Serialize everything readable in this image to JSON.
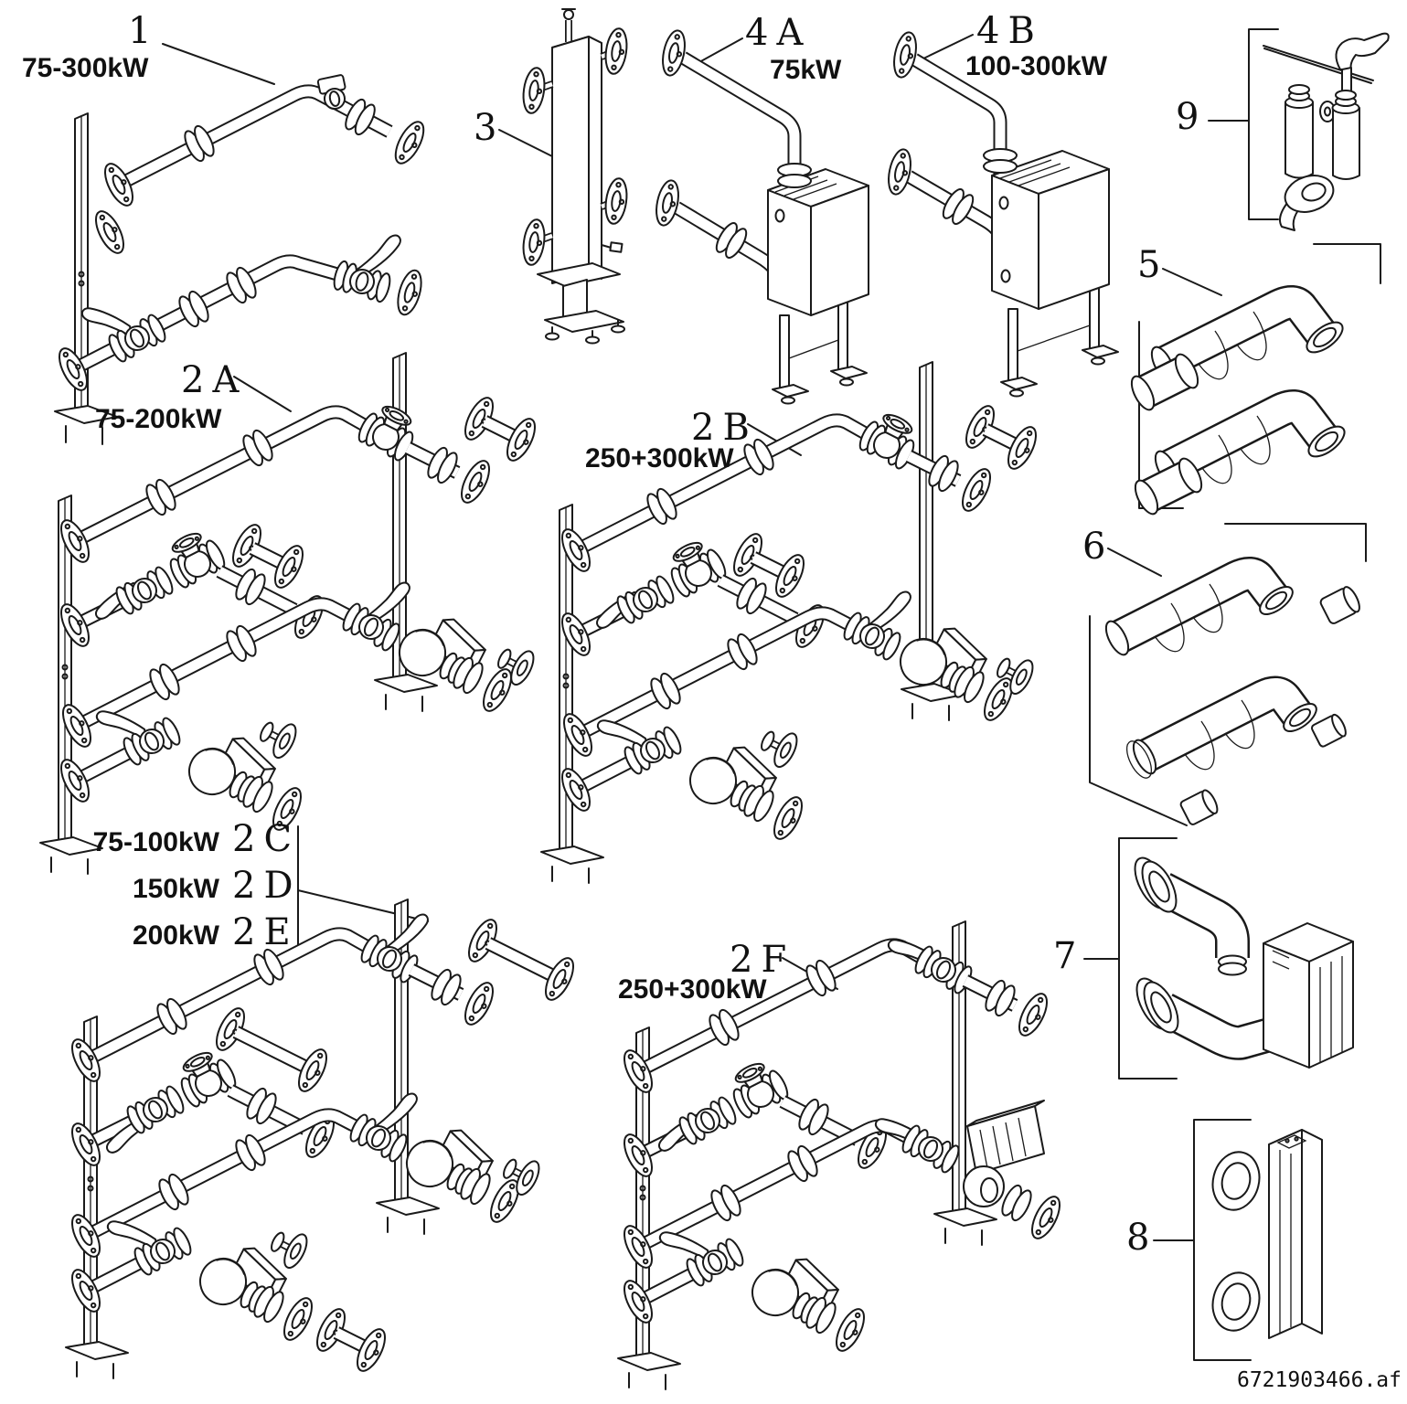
{
  "doc_ref": "6721903466.af",
  "parts": {
    "item1": {
      "num": "1",
      "kw": "75-300kW"
    },
    "item2A": {
      "num": "2A",
      "kw": "75-200kW"
    },
    "item2B": {
      "num": "2B",
      "kw": "250+300kW"
    },
    "item2C": {
      "num": "2C",
      "kw": "75-100kW"
    },
    "item2D": {
      "num": "2D",
      "kw": "150kW"
    },
    "item2E": {
      "num": "2E",
      "kw": "200kW"
    },
    "item2F": {
      "num": "2F",
      "kw": "250+300kW"
    },
    "item3": {
      "num": "3"
    },
    "item4A": {
      "num": "4A",
      "kw": "75kW"
    },
    "item4B": {
      "num": "4B",
      "kw": "100-300kW"
    },
    "item5": {
      "num": "5"
    },
    "item6": {
      "num": "6"
    },
    "item7": {
      "num": "7"
    },
    "item8": {
      "num": "8"
    },
    "item9": {
      "num": "9"
    }
  }
}
